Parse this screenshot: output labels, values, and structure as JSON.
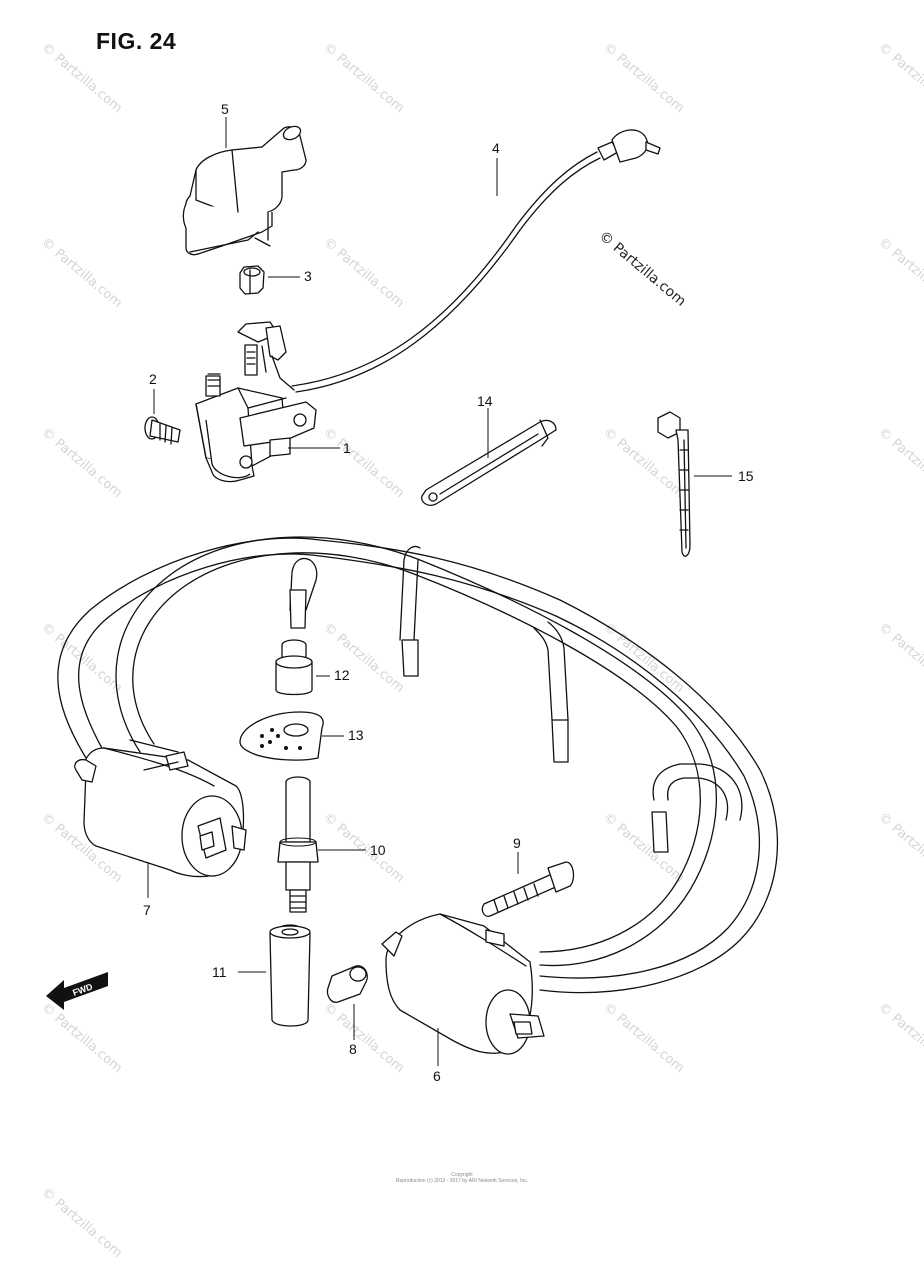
{
  "title": "FIG. 24",
  "watermark_text": "© Partzilla.com",
  "watermark_main": "© Partzilla.com",
  "fwd_label": "FWD",
  "footer_line1": "Copyright",
  "footer_line2": "Reproduction (c) 2012 - 2017 by ARI Network Services, Inc.",
  "callouts": [
    {
      "id": "1",
      "text": "1"
    },
    {
      "id": "2",
      "text": "2"
    },
    {
      "id": "3",
      "text": "3"
    },
    {
      "id": "4",
      "text": "4"
    },
    {
      "id": "5",
      "text": "5"
    },
    {
      "id": "6",
      "text": "6"
    },
    {
      "id": "7",
      "text": "7"
    },
    {
      "id": "8",
      "text": "8"
    },
    {
      "id": "9",
      "text": "9"
    },
    {
      "id": "10",
      "text": "10"
    },
    {
      "id": "11",
      "text": "11"
    },
    {
      "id": "12",
      "text": "12"
    },
    {
      "id": "13",
      "text": "13"
    },
    {
      "id": "14",
      "text": "14"
    },
    {
      "id": "15",
      "text": "15"
    }
  ]
}
